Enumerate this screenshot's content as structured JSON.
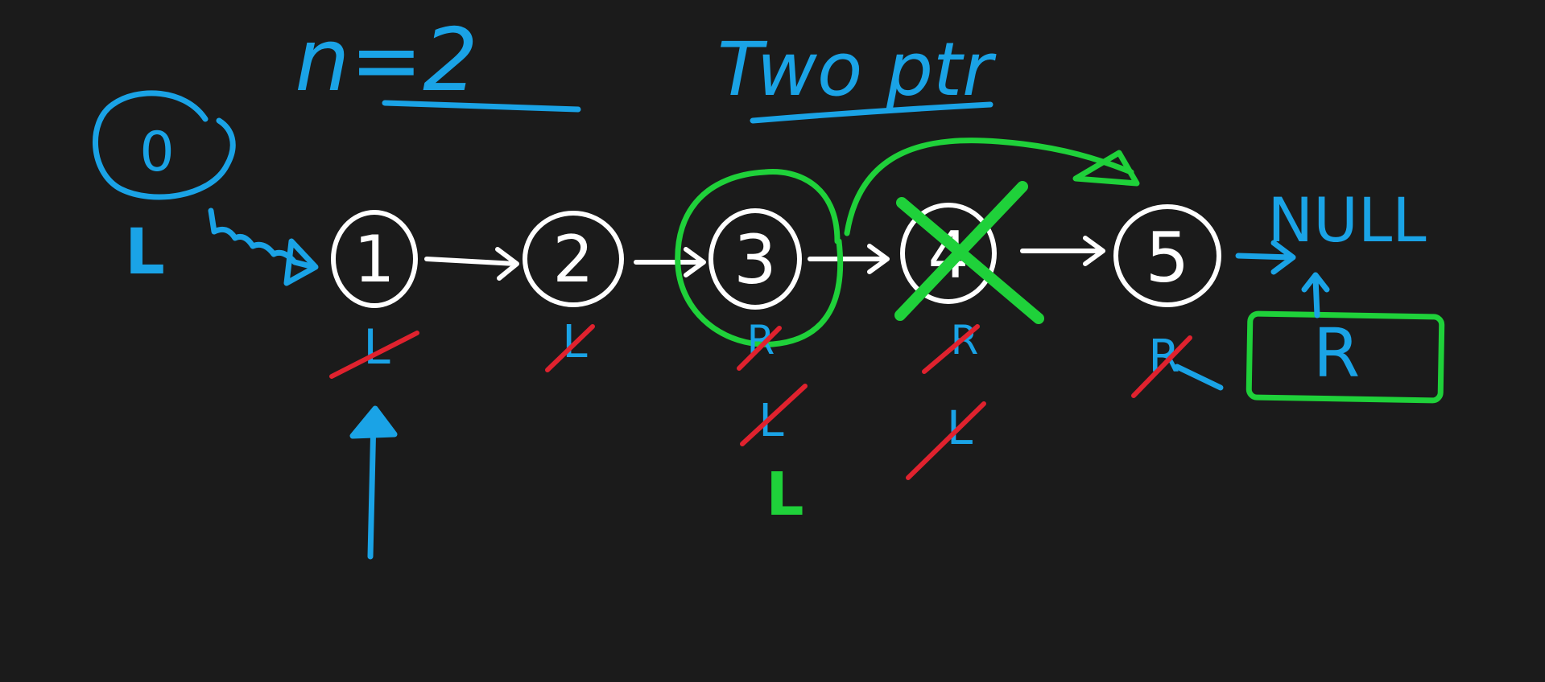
{
  "title_left": "n=2",
  "title_right": "Two ptr",
  "dummy_node": {
    "value": "0",
    "label": "L"
  },
  "nodes": [
    {
      "value": "1",
      "pointer_labels": [
        "L"
      ]
    },
    {
      "value": "2",
      "pointer_labels": [
        "L"
      ]
    },
    {
      "value": "3",
      "pointer_labels": [
        "R",
        "L",
        "L"
      ]
    },
    {
      "value": "4",
      "pointer_labels": [
        "R",
        "L"
      ]
    },
    {
      "value": "5",
      "pointer_labels": [
        "R"
      ]
    }
  ],
  "null_label": "NULL",
  "final_right_label": "R",
  "colors": {
    "background": "#1b1b1b",
    "blue": "#1aa3e6",
    "green": "#1fd13a",
    "red": "#e0222e",
    "white": "#ffffff"
  }
}
